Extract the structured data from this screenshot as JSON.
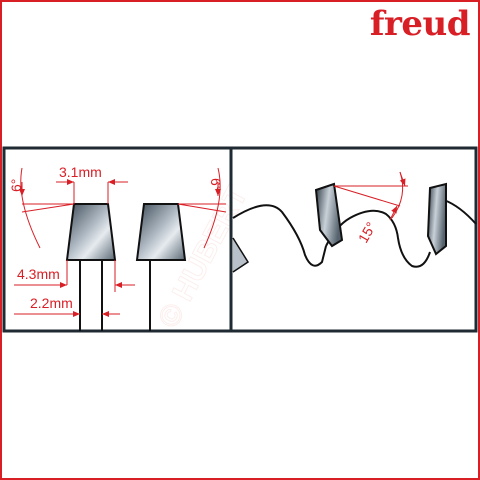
{
  "brand": {
    "name": "freud"
  },
  "left_panel": {
    "dimensions": {
      "kerf_width": "3.1mm",
      "body_thickness": "2.2mm",
      "lower_width": "4.3mm",
      "angle_left": "6°",
      "angle_right": "6°"
    }
  },
  "right_panel": {
    "dimensions": {
      "hook_angle": "15°"
    }
  },
  "watermark": "© HUBERT"
}
